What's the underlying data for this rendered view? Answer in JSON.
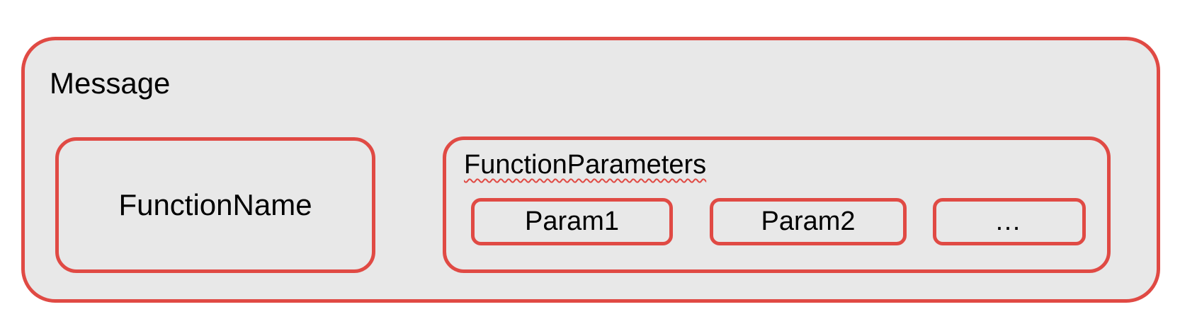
{
  "colors": {
    "border_red": "#e04a44",
    "fill_gray": "#e8e8e8",
    "background": "#ffffff",
    "text_black": "#000000"
  },
  "diagram": {
    "message": {
      "label": "Message",
      "function_name": {
        "label": "FunctionName"
      },
      "function_parameters": {
        "label": "FunctionParameters",
        "params": [
          {
            "label": "Param1"
          },
          {
            "label": "Param2"
          },
          {
            "label": "…"
          }
        ]
      }
    }
  }
}
